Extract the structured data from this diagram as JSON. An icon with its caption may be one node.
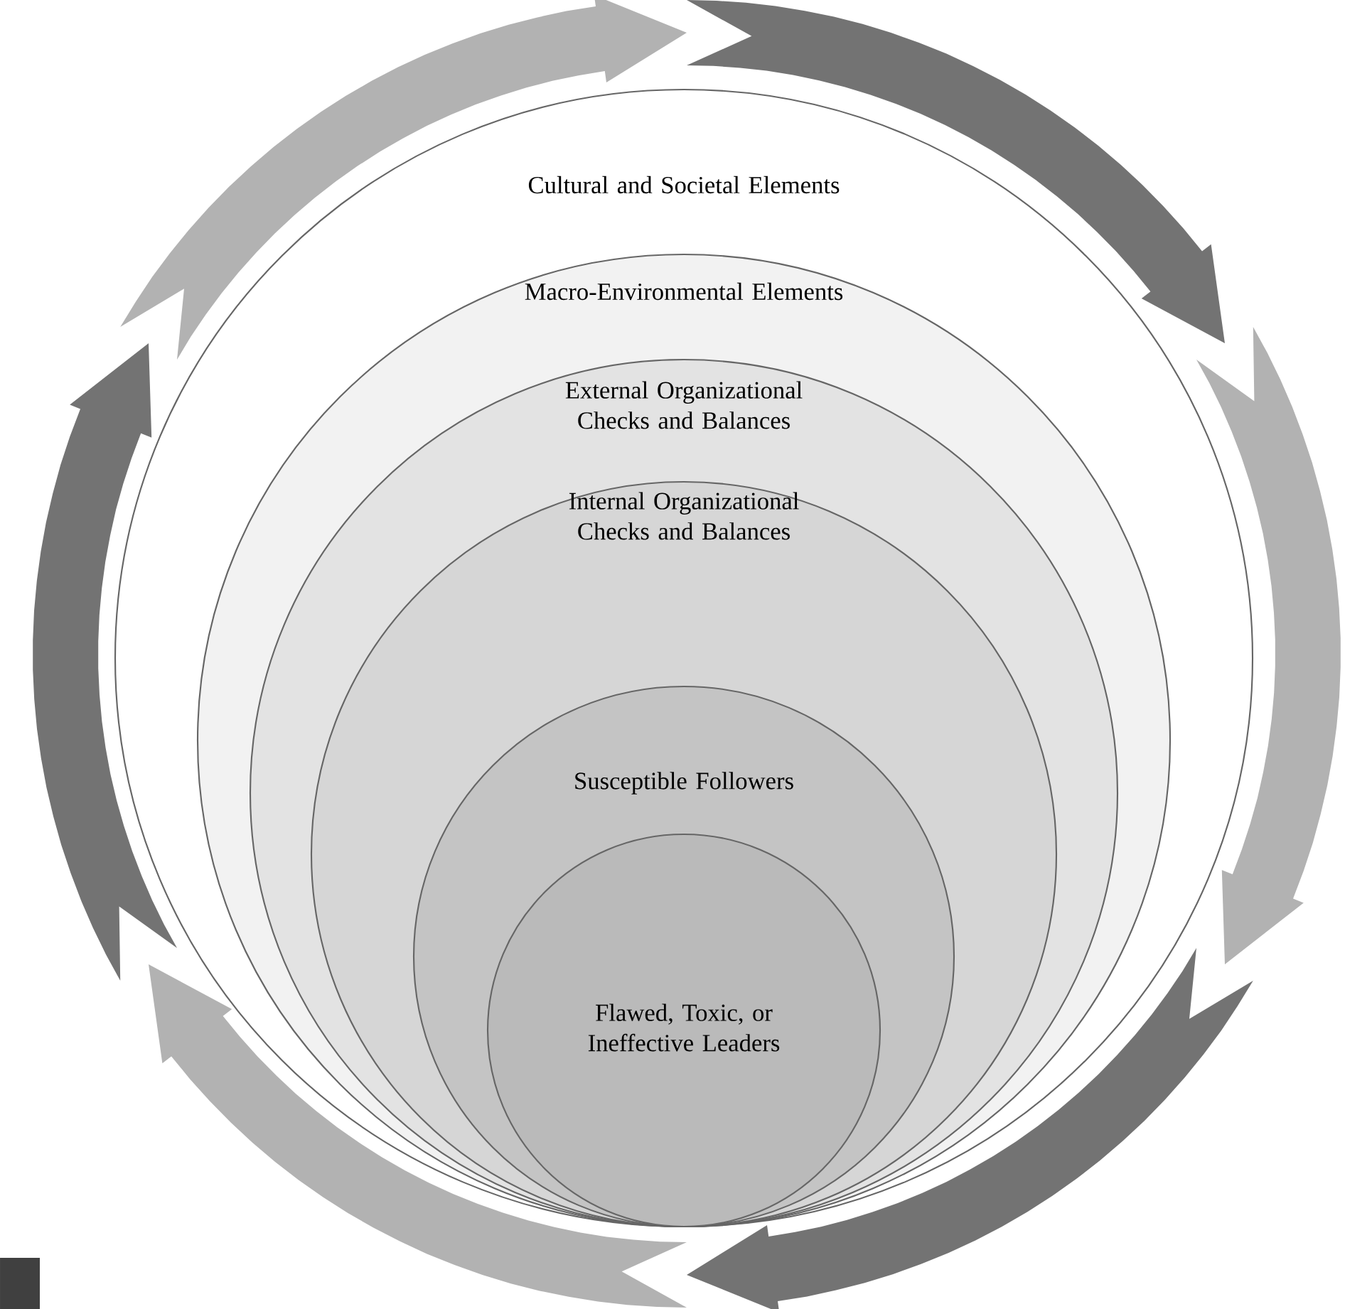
{
  "diagram": {
    "nodes": [
      {
        "text": [
          "Cultural and Societal Elements"
        ]
      },
      {
        "text": [
          "Macro-Environmental Elements"
        ],
        "in": 0
      },
      {
        "text": [
          "External Organizational Checks and Balances"
        ],
        "in": 1
      },
      {
        "text": [
          "Internal Organizational Checks and Balances"
        ],
        "in": 2
      },
      {
        "text": [
          "Susceptible Followers"
        ],
        "in": 3
      },
      {
        "text": [
          "Flawed, Toxic, or Ineffective Leaders"
        ],
        "in": 4
      }
    ]
  }
}
